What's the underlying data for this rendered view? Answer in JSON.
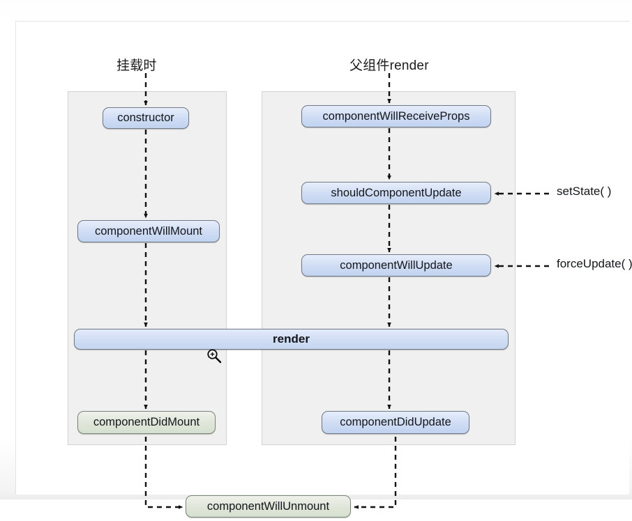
{
  "diagram": {
    "title_mount": "挂载时",
    "title_update": "父组件render",
    "columns": [
      {
        "name": "mounting",
        "heading": "挂载时",
        "nodes": [
          {
            "id": "constructor",
            "label": "constructor",
            "color": "blue"
          },
          {
            "id": "componentWillMount",
            "label": "componentWillMount",
            "color": "blue"
          },
          {
            "id": "componentDidMount",
            "label": "componentDidMount",
            "color": "green"
          }
        ]
      },
      {
        "name": "updating",
        "heading": "父组件render",
        "nodes": [
          {
            "id": "componentWillReceiveProps",
            "label": "componentWillReceiveProps",
            "color": "blue"
          },
          {
            "id": "shouldComponentUpdate",
            "label": "shouldComponentUpdate",
            "color": "blue"
          },
          {
            "id": "componentWillUpdate",
            "label": "componentWillUpdate",
            "color": "blue"
          },
          {
            "id": "componentDidUpdate",
            "label": "componentDidUpdate",
            "color": "blue"
          }
        ]
      }
    ],
    "shared_nodes": [
      {
        "id": "render",
        "label": "render",
        "color": "blue"
      },
      {
        "id": "componentWillUnmount",
        "label": "componentWillUnmount",
        "color": "green"
      }
    ],
    "triggers": [
      {
        "id": "setState",
        "label": "setState( )",
        "target": "shouldComponentUpdate"
      },
      {
        "id": "forceUpdate",
        "label": "forceUpdate( )",
        "target": "componentWillUpdate"
      }
    ],
    "cursor": {
      "icon": "magnifier-zoom-in-icon"
    },
    "colors": {
      "node_blue_fill": "#cfdcf4",
      "node_green_fill": "#dfe6d9",
      "node_border": "#6f7a86",
      "panel_fill": "#f0f0f0",
      "panel_border": "#d2d2d2",
      "card_background": "#ffffff",
      "connector": "#111111",
      "text": "#14161a"
    }
  }
}
